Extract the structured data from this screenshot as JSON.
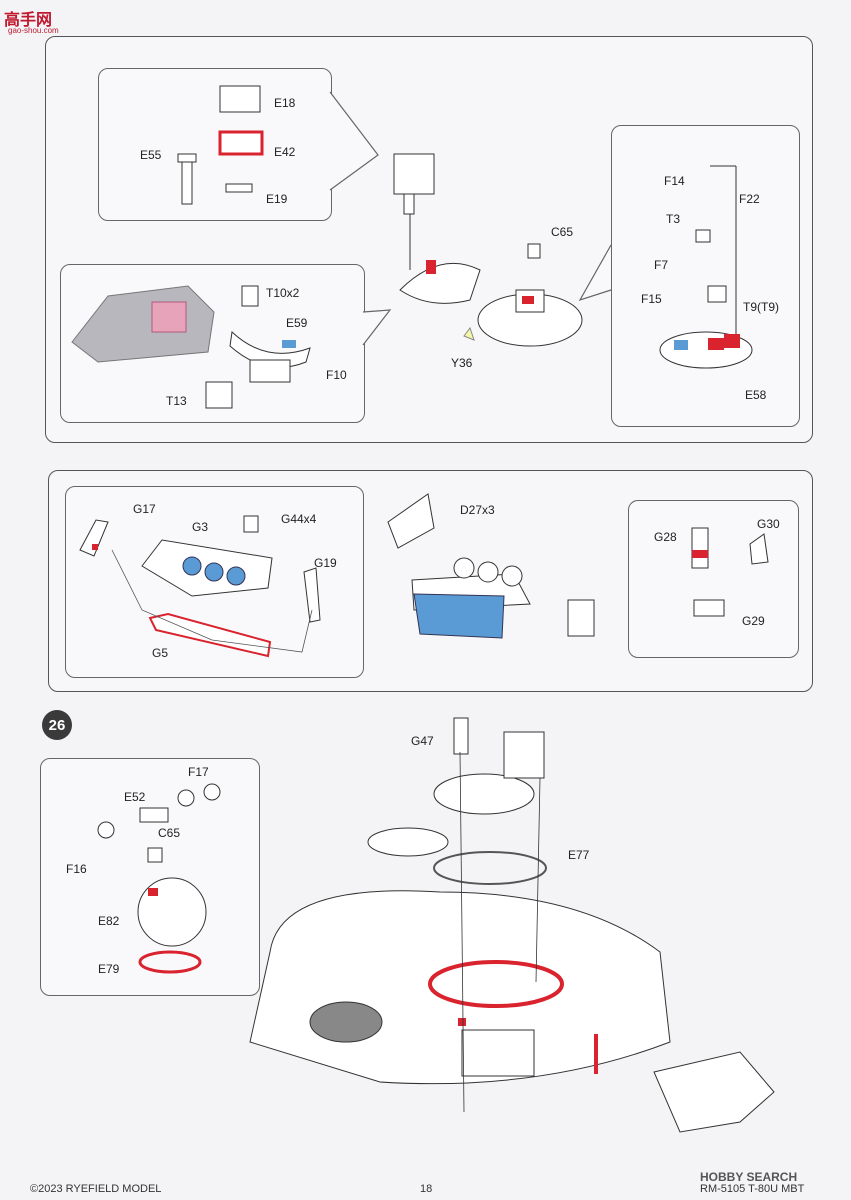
{
  "watermark": {
    "logo_text": "高手网",
    "logo_url": "gao-shou.com"
  },
  "step": {
    "number": "26"
  },
  "panel1": {
    "sub_e": {
      "labels": {
        "e18": "E18",
        "e42": "E42",
        "e55": "E55",
        "e19": "E19"
      }
    },
    "sub_t": {
      "labels": {
        "t10": "T10x2",
        "e59": "E59",
        "f10": "F10",
        "t13": "T13"
      }
    },
    "sub_f": {
      "labels": {
        "f14": "F14",
        "f22": "F22",
        "t3": "T3",
        "f7": "F7",
        "f15": "F15",
        "t9": "T9(T9)",
        "e58": "E58"
      }
    },
    "main": {
      "labels": {
        "c65": "C65",
        "y36": "Y36"
      }
    }
  },
  "panel2": {
    "sub_g": {
      "labels": {
        "g17": "G17",
        "g3": "G3",
        "g44": "G44x4",
        "g19": "G19",
        "g5": "G5"
      }
    },
    "main": {
      "labels": {
        "d27": "D27x3"
      }
    },
    "sub_g28": {
      "labels": {
        "g28": "G28",
        "g30": "G30",
        "g29": "G29"
      }
    }
  },
  "panel3": {
    "sub_hatch": {
      "labels": {
        "f17": "F17",
        "e52": "E52",
        "c65": "C65",
        "f16": "F16",
        "e82": "E82",
        "e79": "E79"
      }
    },
    "main": {
      "labels": {
        "g47": "G47",
        "e77": "E77"
      }
    }
  },
  "footer": {
    "copyright": "©2023 RYEFIELD MODEL",
    "page": "18",
    "product": "RM-5105 T-80U MBT",
    "search_watermark": "HOBBY SEARCH"
  },
  "colors": {
    "highlight_red": "#d9232e",
    "highlight_blue": "#5b9bd5",
    "pink": "#e7a3b9"
  }
}
